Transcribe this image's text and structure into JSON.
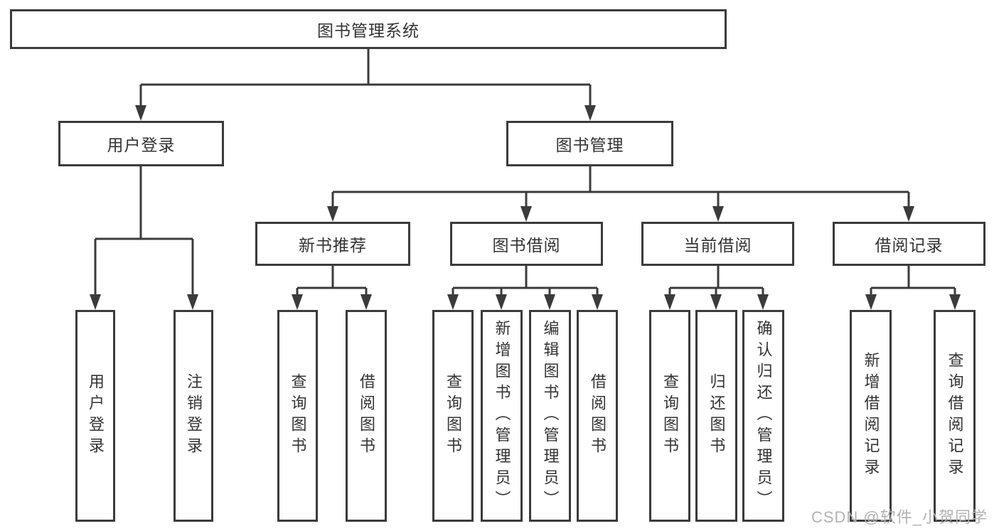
{
  "tree": {
    "label": "图书管理系统",
    "children": [
      {
        "label": "用户登录",
        "children": [
          {
            "label": "用户登录"
          },
          {
            "label": "注销登录"
          }
        ]
      },
      {
        "label": "图书管理",
        "children": [
          {
            "label": "新书推荐",
            "children": [
              {
                "label": "查询图书"
              },
              {
                "label": "借阅图书"
              }
            ]
          },
          {
            "label": "图书借阅",
            "children": [
              {
                "label": "查询图书"
              },
              {
                "label": "新增图书（管理员）"
              },
              {
                "label": "编辑图书（管理员）"
              },
              {
                "label": "借阅图书"
              }
            ]
          },
          {
            "label": "当前借阅",
            "children": [
              {
                "label": "查询图书"
              },
              {
                "label": "归还图书"
              },
              {
                "label": "确认归还（管理员）"
              }
            ]
          },
          {
            "label": "借阅记录",
            "children": [
              {
                "label": "新增借阅记录"
              },
              {
                "label": "查询借阅记录"
              }
            ]
          }
        ]
      }
    ]
  },
  "watermark": "CSDN @软件_小贺同学",
  "colors": {
    "line": "#3b3b3b",
    "text": "#333333",
    "watermark": "#b2b2b2",
    "background": "#ffffff"
  }
}
